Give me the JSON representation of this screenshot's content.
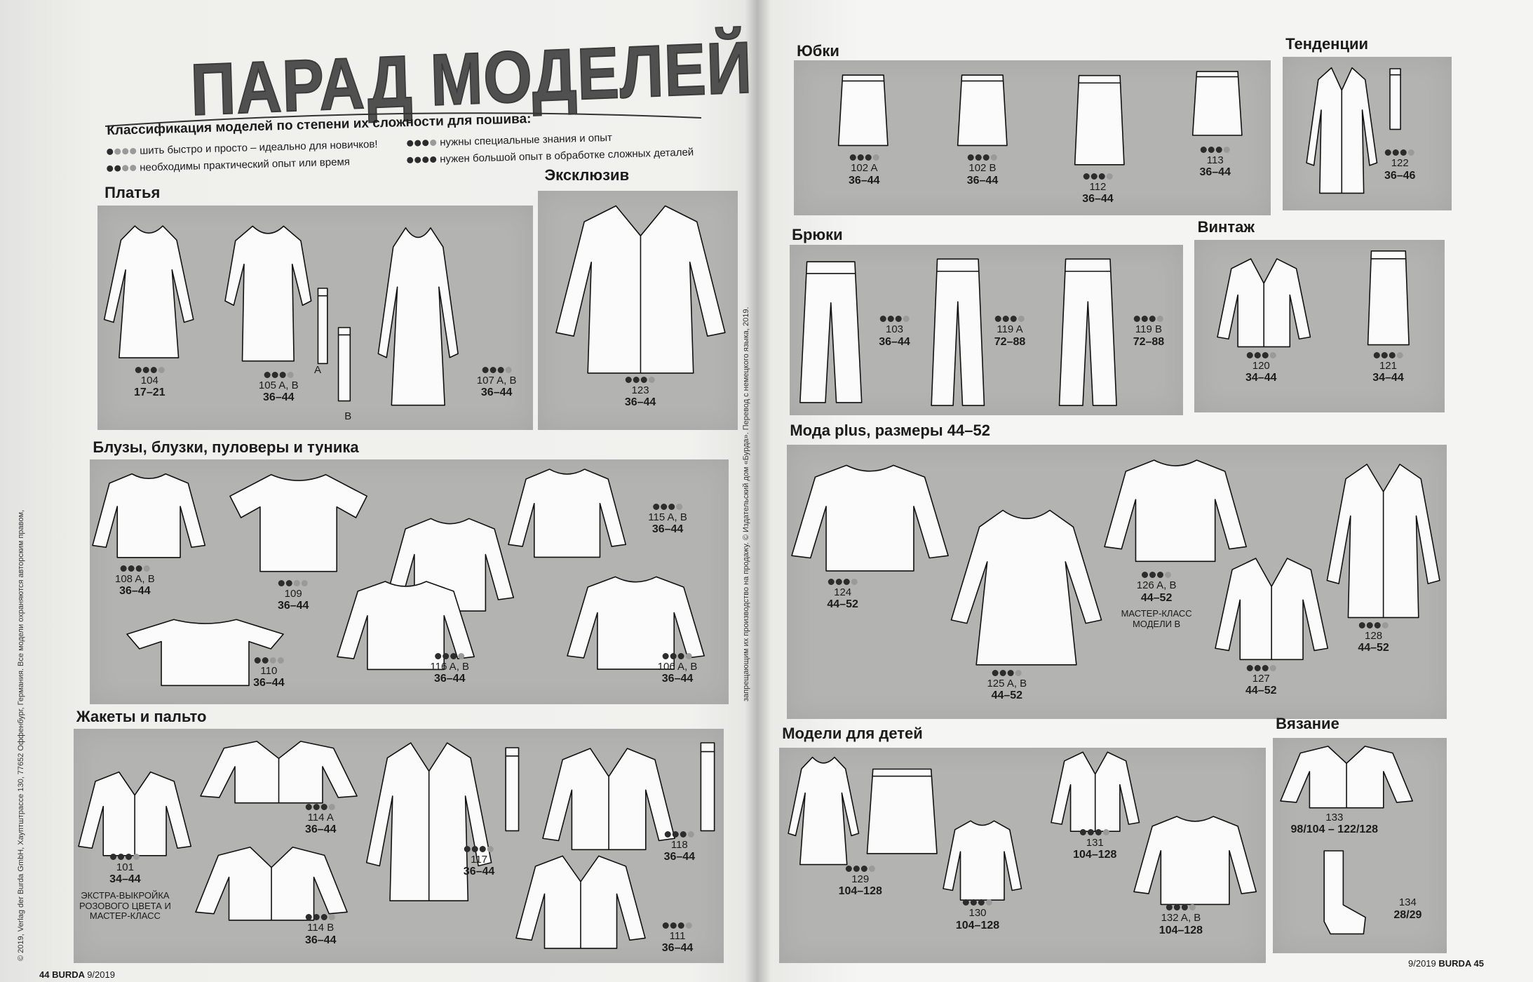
{
  "title": "ПАРАД МОДЕЛЕЙ",
  "legend": {
    "heading": "Классификация моделей по степени их сложности для пошива:",
    "levels": [
      {
        "dots": 1,
        "text": "шить быстро и просто – идеально для новичков!"
      },
      {
        "dots": 2,
        "text": "необходимы практический опыт или время"
      },
      {
        "dots": 3,
        "text": "нужны специальные знания и опыт"
      },
      {
        "dots": 4,
        "text": "нужен большой опыт в обработке сложных деталей"
      }
    ]
  },
  "copyright_left": "© 2019, Verlag der Burda GmbH, Хауптштрассе 130, 77652 Оффенбург, Германия. Все модели охраняются авторским правом,",
  "copyright_spine": "запрещающим их производство на продажу. © Издательский дом «Бурда». Перевод с немецкого языка, 2019.",
  "footer_left": {
    "page": "44",
    "brand": "BURDA",
    "issue": "9/2019"
  },
  "footer_right": {
    "issue": "9/2019",
    "brand": "BURDA",
    "page": "45"
  },
  "colors": {
    "panel": "#b3b3b1",
    "dot_on": "#2c2c2c",
    "dot_off": "#9a9a9a",
    "title": "#505050"
  },
  "sections": [
    {
      "title": "Платья",
      "items": [
        {
          "number": "104",
          "sizes": "17–21",
          "difficulty": 3,
          "garment": "dress"
        },
        {
          "number": "105 A, B",
          "sizes": "36–44",
          "difficulty": 3,
          "garment": "tee-dress"
        },
        {
          "number": "A",
          "garment": "belt"
        },
        {
          "number": "B",
          "garment": "belt"
        },
        {
          "number": "107 A, B",
          "sizes": "36–44",
          "difficulty": 3,
          "garment": "dress"
        }
      ]
    },
    {
      "title": "Эксклюзив",
      "items": [
        {
          "number": "123",
          "sizes": "36–44",
          "difficulty": 3,
          "garment": "coat"
        }
      ]
    },
    {
      "title": "Блузы, блузки, пуловеры и туника",
      "items": [
        {
          "number": "108 A, B",
          "sizes": "36–44",
          "difficulty": 3,
          "garment": "top"
        },
        {
          "number": "109",
          "sizes": "36–44",
          "difficulty": 2,
          "garment": "tee"
        },
        {
          "number": "110",
          "sizes": "36–44",
          "difficulty": 2,
          "garment": "tee"
        },
        {
          "garment": "top"
        },
        {
          "number": "115 A, B",
          "sizes": "36–44",
          "difficulty": 3,
          "garment": "top"
        },
        {
          "number": "116 A, B",
          "sizes": "36–44",
          "difficulty": 3,
          "garment": "top"
        },
        {
          "number": "106 A, B",
          "sizes": "36–44",
          "difficulty": 3,
          "garment": "top"
        }
      ]
    },
    {
      "title": "Жакеты и пальто",
      "items": [
        {
          "number": "101",
          "sizes": "34–44",
          "difficulty": 3,
          "garment": "jacket",
          "note": "Экстра-выкройка розового цвета и мастер-класс"
        },
        {
          "number": "114 A",
          "sizes": "36–44",
          "difficulty": 3,
          "garment": "jacket"
        },
        {
          "number": "114 B",
          "sizes": "36–44",
          "difficulty": 3,
          "garment": "jacket"
        },
        {
          "number": "117",
          "sizes": "36–44",
          "difficulty": 3,
          "garment": "coat"
        },
        {
          "garment": "belt"
        },
        {
          "number": "118",
          "sizes": "36–44",
          "difficulty": 3,
          "garment": "jacket"
        },
        {
          "garment": "belt"
        },
        {
          "number": "111",
          "sizes": "36–44",
          "difficulty": 3,
          "garment": "jacket"
        }
      ]
    },
    {
      "title": "Юбки",
      "items": [
        {
          "number": "102 A",
          "sizes": "36–44",
          "difficulty": 3,
          "garment": "skirt"
        },
        {
          "number": "102 B",
          "sizes": "36–44",
          "difficulty": 3,
          "garment": "skirt"
        },
        {
          "number": "112",
          "sizes": "36–44",
          "difficulty": 3,
          "garment": "skirt"
        },
        {
          "number": "113",
          "sizes": "36–44",
          "difficulty": 3,
          "garment": "skirt"
        }
      ]
    },
    {
      "title": "Тенденции",
      "items": [
        {
          "number": "122",
          "sizes": "36–46",
          "difficulty": 3,
          "garment": "coat"
        },
        {
          "garment": "belt"
        }
      ]
    },
    {
      "title": "Брюки",
      "items": [
        {
          "number": "103",
          "sizes": "36–44",
          "difficulty": 3,
          "garment": "pants"
        },
        {
          "number": "119 A",
          "sizes": "72–88",
          "difficulty": 3,
          "garment": "pants"
        },
        {
          "number": "119 B",
          "sizes": "72–88",
          "difficulty": 3,
          "garment": "pants"
        }
      ]
    },
    {
      "title": "Винтаж",
      "items": [
        {
          "number": "120",
          "sizes": "34–44",
          "difficulty": 3,
          "garment": "jacket"
        },
        {
          "number": "121",
          "sizes": "34–44",
          "difficulty": 3,
          "garment": "skirt"
        }
      ]
    },
    {
      "title": "Мода plus, размеры 44–52",
      "items": [
        {
          "number": "124",
          "sizes": "44–52",
          "difficulty": 3,
          "garment": "top"
        },
        {
          "number": "125 A, B",
          "sizes": "44–52",
          "difficulty": 3,
          "garment": "dress"
        },
        {
          "number": "126 A, B",
          "sizes": "44–52",
          "difficulty": 3,
          "garment": "top",
          "note": "Мастер-класс модели B"
        },
        {
          "number": "127",
          "sizes": "44–52",
          "difficulty": 3,
          "garment": "jacket"
        },
        {
          "number": "128",
          "sizes": "44–52",
          "difficulty": 3,
          "garment": "coat"
        }
      ]
    },
    {
      "title": "Модели для детей",
      "items": [
        {
          "number": "129",
          "sizes": "104–128",
          "difficulty": 3,
          "garment": "dress"
        },
        {
          "garment": "skirt"
        },
        {
          "number": "130",
          "sizes": "104–128",
          "difficulty": 3,
          "garment": "top"
        },
        {
          "number": "131",
          "sizes": "104–128",
          "difficulty": 3,
          "garment": "jacket"
        },
        {
          "number": "132 A, B",
          "sizes": "104–128",
          "difficulty": 3,
          "garment": "top"
        }
      ]
    },
    {
      "title": "Вязание",
      "items": [
        {
          "number": "133",
          "sizes": "98/104 – 122/128",
          "garment": "jacket"
        },
        {
          "number": "134",
          "sizes": "28/29",
          "garment": "sock"
        }
      ]
    }
  ]
}
